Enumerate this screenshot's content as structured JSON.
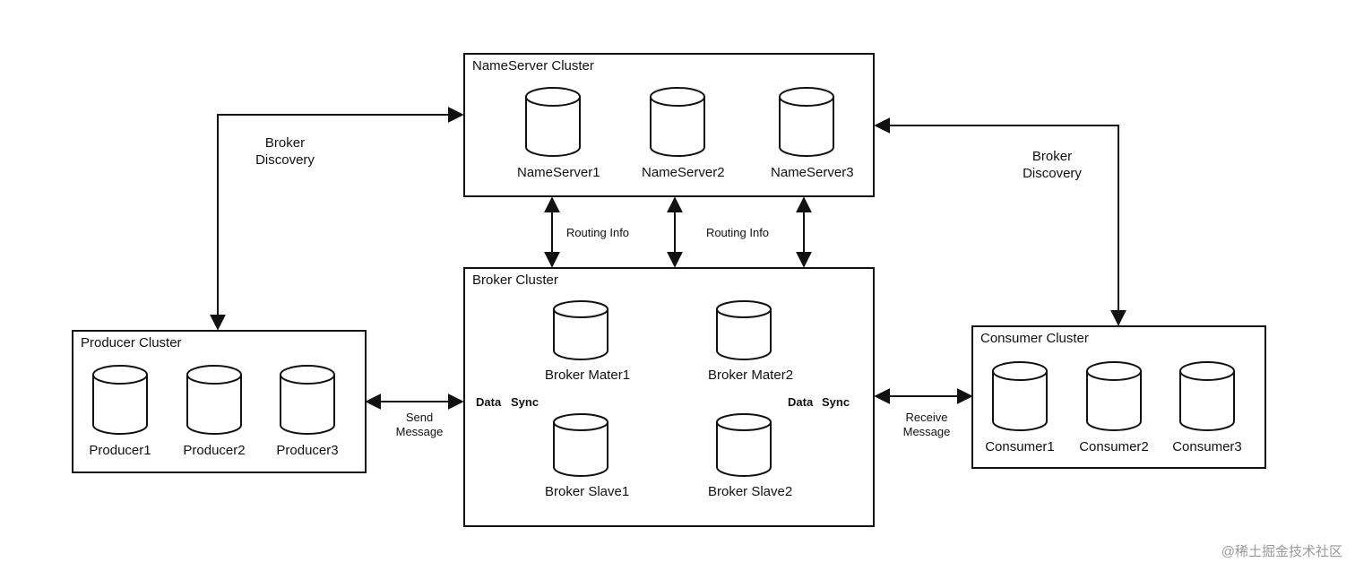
{
  "clusters": {
    "nameserver": {
      "title": "NameServer Cluster",
      "nodes": [
        "NameServer1",
        "NameServer2",
        "NameServer3"
      ]
    },
    "broker": {
      "title": "Broker Cluster",
      "nodes": [
        "Broker Mater1",
        "Broker Mater2",
        "Broker Slave1",
        "Broker Slave2"
      ]
    },
    "producer": {
      "title": "Producer Cluster",
      "nodes": [
        "Producer1",
        "Producer2",
        "Producer3"
      ]
    },
    "consumer": {
      "title": "Consumer Cluster",
      "nodes": [
        "Consumer1",
        "Consumer2",
        "Consumer3"
      ]
    }
  },
  "edges": {
    "broker_discovery_left": [
      "Broker",
      "Discovery"
    ],
    "broker_discovery_right": [
      "Broker",
      "Discovery"
    ],
    "routing_info_1": "Routing Info",
    "routing_info_2": "Routing Info",
    "send_message": [
      "Send",
      "Message"
    ],
    "receive_message": [
      "Receive",
      "Message"
    ],
    "data_sync_left": [
      "Data",
      "Sync"
    ],
    "data_sync_right": [
      "Data",
      "Sync"
    ]
  },
  "watermark": "@稀土掘金技术社区"
}
